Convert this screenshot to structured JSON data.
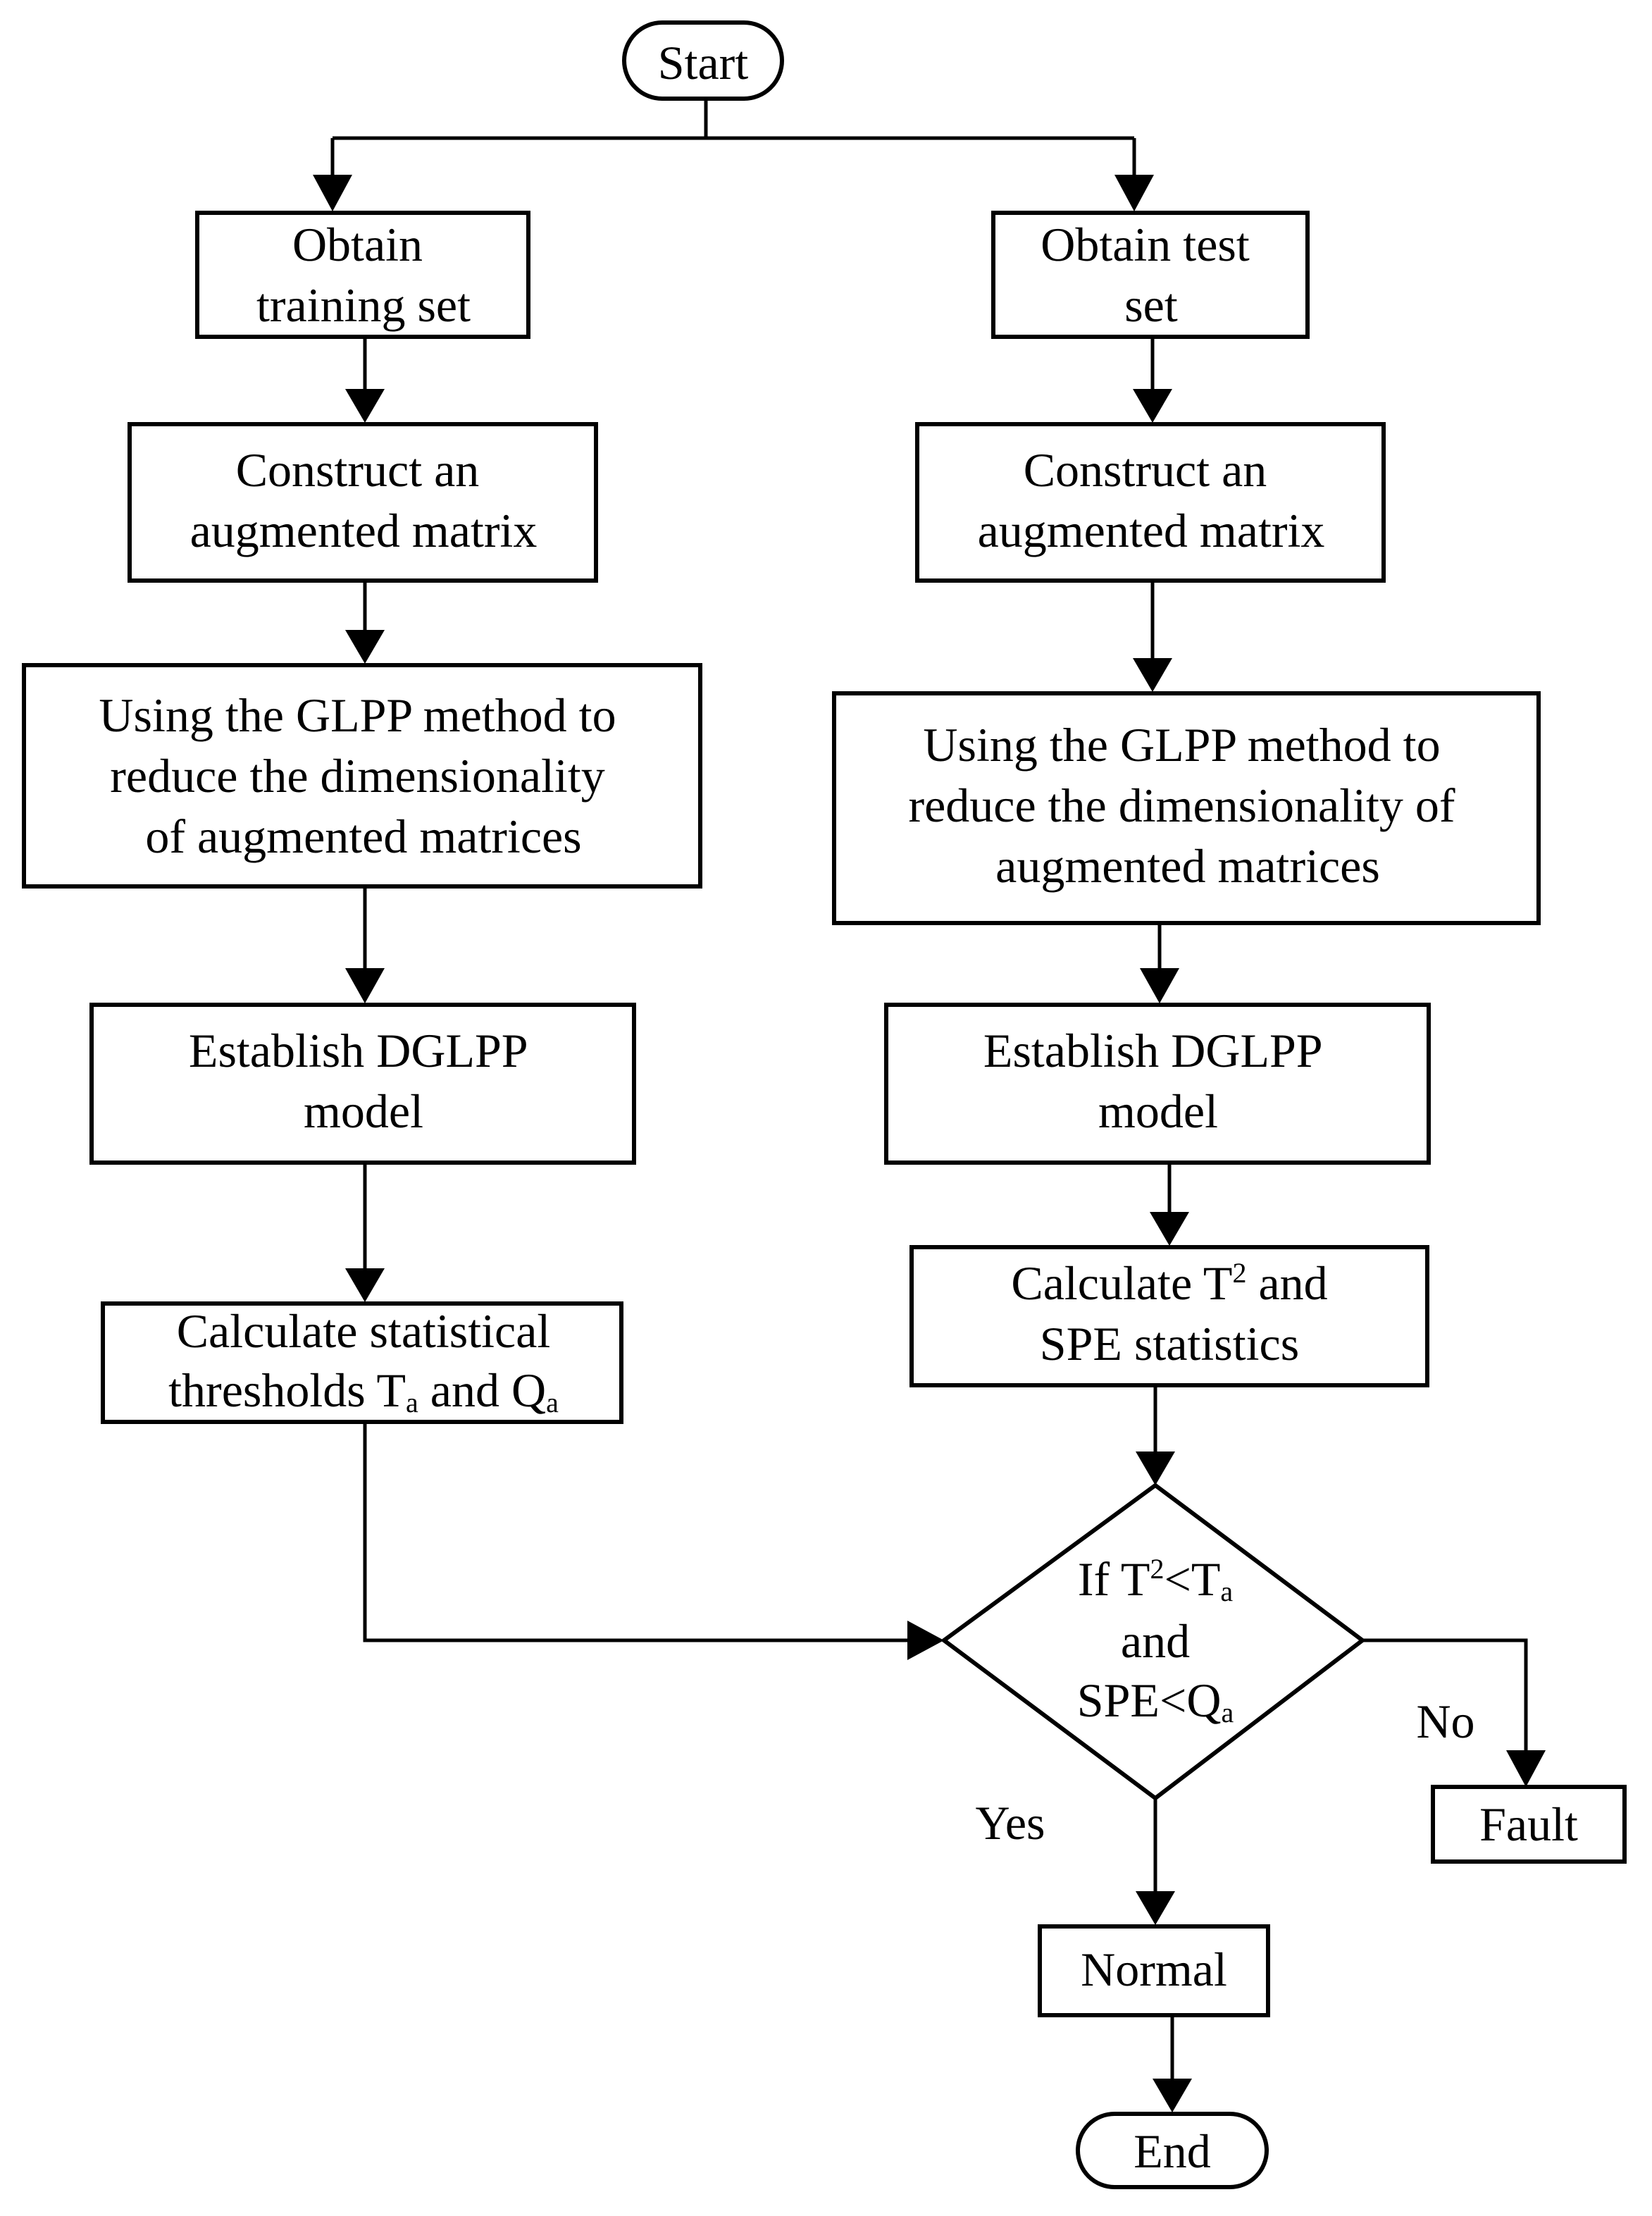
{
  "nodes": {
    "start": "Start",
    "train_obtain": [
      "Obtain",
      "training set"
    ],
    "test_obtain": [
      "Obtain test",
      "set"
    ],
    "train_construct": [
      "Construct an",
      "augmented matrix"
    ],
    "test_construct": [
      "Construct an",
      "augmented matrix"
    ],
    "train_glpp": [
      "Using the GLPP method to",
      "reduce the dimensionality",
      "of augmented matrices"
    ],
    "test_glpp": [
      "Using the GLPP method to",
      "reduce the dimensionality of",
      "augmented matrices"
    ],
    "train_model": [
      "Establish DGLPP",
      "model"
    ],
    "test_model": [
      "Establish DGLPP",
      "model"
    ],
    "thresholds": {
      "line1": "Calculate statistical",
      "prefix": "thresholds T",
      "sub1": "a",
      "mid": " and Q",
      "sub2": "a"
    },
    "stats": {
      "line1_prefix": "Calculate T",
      "line1_sup": "2",
      "line1_suffix": " and",
      "line2": "SPE statistics"
    },
    "decision": {
      "l1_prefix": "If T",
      "l1_sup": "2",
      "l1_mid": "<T",
      "l1_sub": "a",
      "l2": "and",
      "l3_prefix": "SPE<Q",
      "l3_sub": "a"
    },
    "fault": "Fault",
    "normal": "Normal",
    "end": "End"
  },
  "edges": {
    "no": "No",
    "yes": "Yes"
  }
}
